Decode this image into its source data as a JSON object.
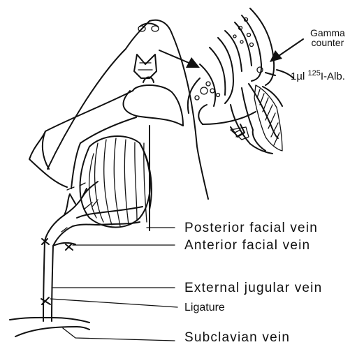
{
  "labels": {
    "gamma_counter": [
      "Gamma",
      "counter"
    ],
    "injection_prefix": "1µl",
    "isotope_mass": "125",
    "injection_suffix": "I-Alb.",
    "posterior_facial_vein": "Posterior facial vein",
    "anterior_facial_vein": "Anterior facial vein",
    "external_jugular_vein": "External jugular vein",
    "ligature": "Ligature",
    "subclavian_vein": "Subclavian vein"
  },
  "colors": {
    "ink": "#111111",
    "background": "#ffffff"
  }
}
